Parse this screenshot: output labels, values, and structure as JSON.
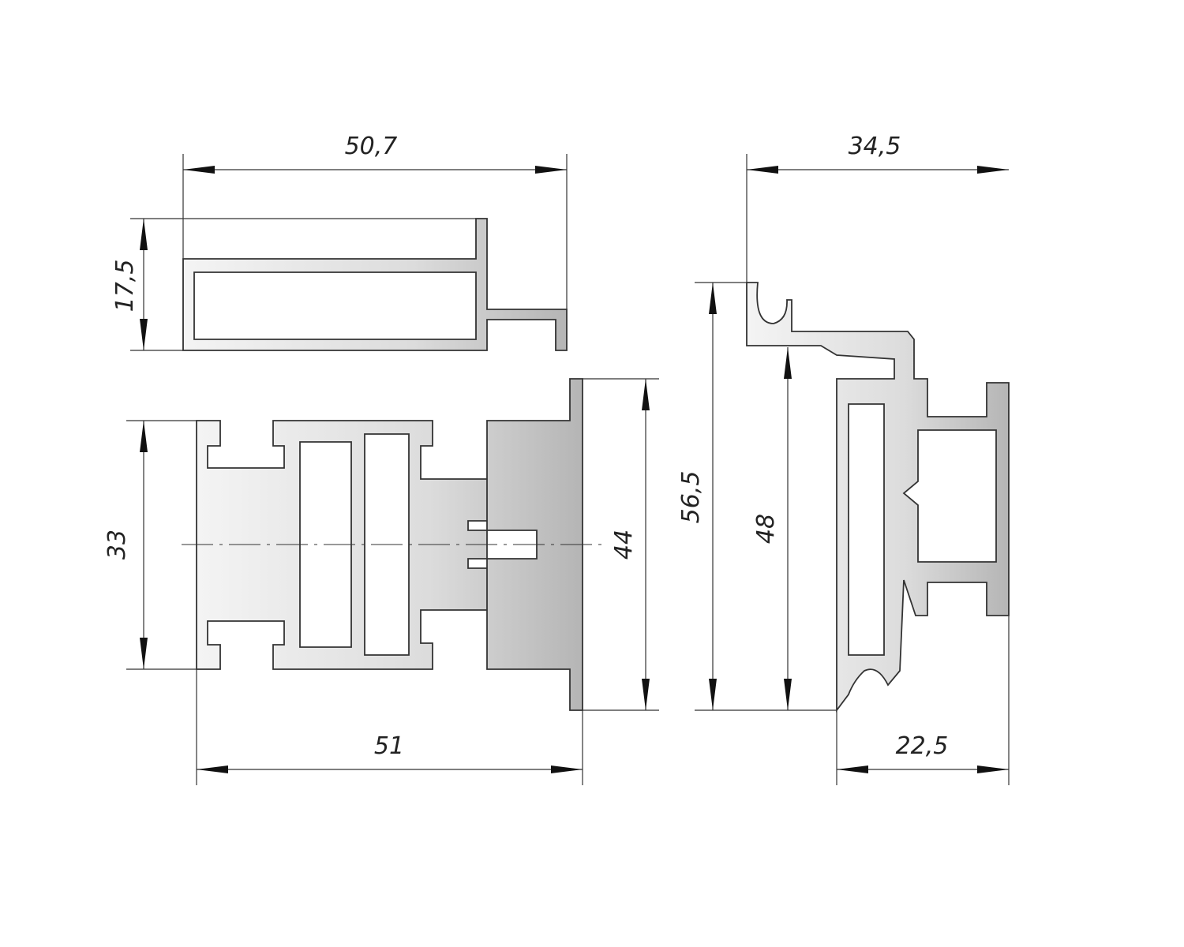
{
  "drawing": {
    "dimensions": {
      "top_profile_width": "50,7",
      "top_profile_height": "17,5",
      "middle_profile_height": "33",
      "middle_profile_plate_height": "44",
      "middle_profile_width": "51",
      "right_profile_width": "34,5",
      "right_profile_total_height": "56,5",
      "right_profile_height": "48",
      "right_profile_base_width": "22,5"
    },
    "colors": {
      "line": "#333333",
      "metal_light": "#f4f4f4",
      "metal_dark": "#b5b5b5"
    }
  }
}
